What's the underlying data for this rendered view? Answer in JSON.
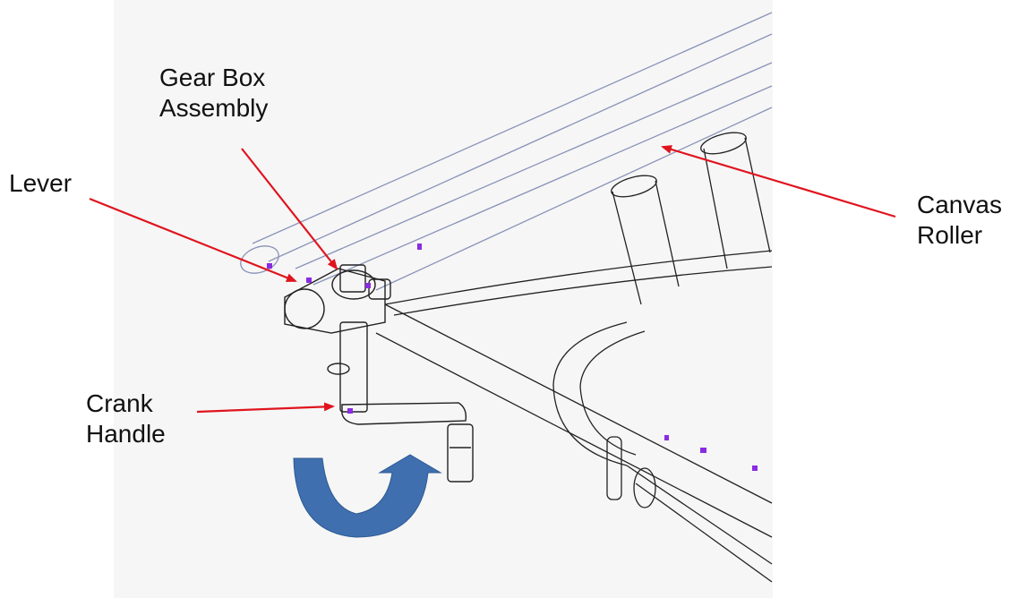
{
  "labels": {
    "gear_box": [
      "Gear Box",
      "Assembly"
    ],
    "lever": "Lever",
    "canvas_roller": [
      "Canvas",
      "Roller"
    ],
    "crank_handle": [
      "Crank",
      "Handle"
    ]
  },
  "colors": {
    "pointer_arrow": "#e0141e",
    "rotation_arrow": "#3f6fae",
    "outline": "#222222",
    "roller_outline": "#8a92b8",
    "marker": "#8a2be2",
    "background_panel": "#f6f6f6"
  },
  "icons": {
    "rotation": "curved-rotation-arrow-icon"
  }
}
